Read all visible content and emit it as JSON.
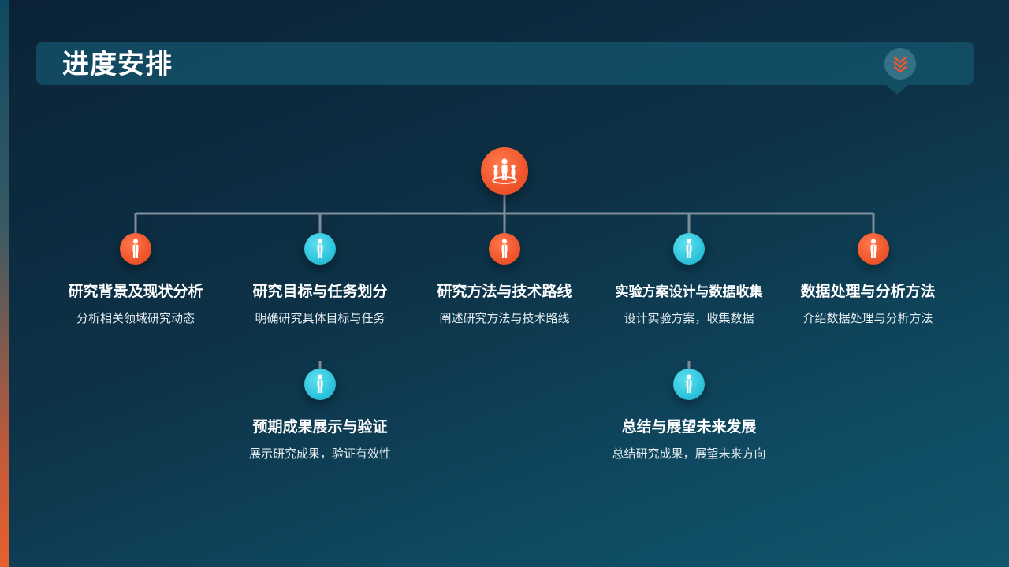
{
  "page": {
    "title": "进度安排"
  },
  "header": {
    "icon": "chevron-double-down-icon",
    "accent": "#f0552c"
  },
  "colors": {
    "orange": "#f0552c",
    "cyan": "#2fc4dc",
    "line": "#7f8e99"
  },
  "root": {
    "icon": "team-people-icon",
    "color": "orange"
  },
  "nodes": [
    {
      "title": "研究背景及现状分析",
      "desc": "分析相关领域研究动态",
      "color": "orange",
      "icon": "person-icon"
    },
    {
      "title": "研究目标与任务划分",
      "desc": "明确研究具体目标与任务",
      "color": "cyan",
      "icon": "person-icon"
    },
    {
      "title": "研究方法与技术路线",
      "desc": "阐述研究方法与技术路线",
      "color": "orange",
      "icon": "person-icon"
    },
    {
      "title": "实验方案设计与数据收集",
      "desc": "设计实验方案，收集数据",
      "color": "cyan",
      "icon": "person-icon"
    },
    {
      "title": "数据处理与分析方法",
      "desc": "介绍数据处理与分析方法",
      "color": "orange",
      "icon": "person-icon"
    },
    {
      "title": "预期成果展示与验证",
      "desc": "展示研究成果，验证有效性",
      "color": "cyan",
      "icon": "person-icon"
    },
    {
      "title": "总结与展望未来发展",
      "desc": "总结研究成果，展望未来方向",
      "color": "cyan",
      "icon": "person-icon"
    }
  ]
}
